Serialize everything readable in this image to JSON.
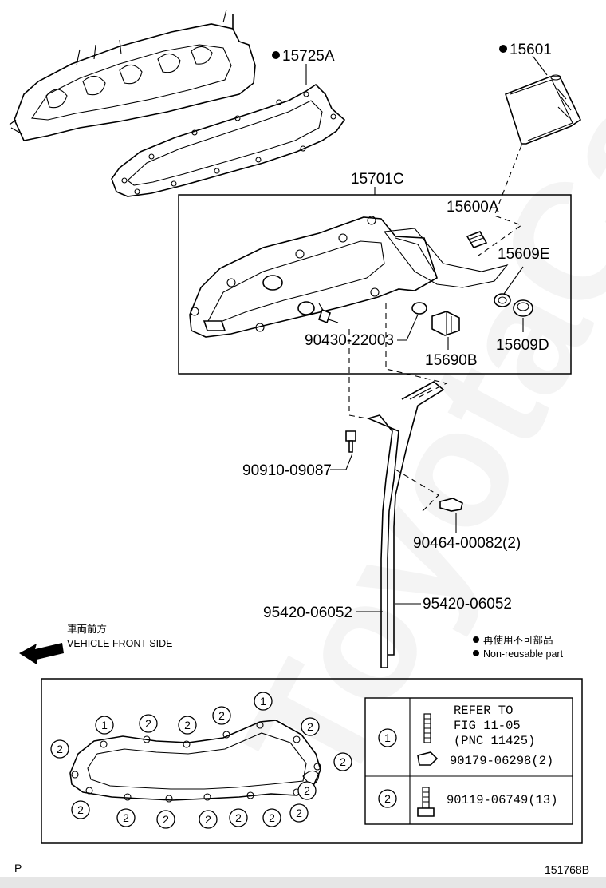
{
  "watermark": "ToyotaCarParts",
  "parts": {
    "p15725A": "15725A",
    "p15601": "15601",
    "p15701C": "15701C",
    "p15600A": "15600A",
    "p15609E": "15609E",
    "p15609D": "15609D",
    "p90430": "90430-22003",
    "p15690B": "15690B",
    "p90910": "90910-09087",
    "p90464": "90464-00082(2)",
    "p95420_right": "95420-06052",
    "p95420_left": "95420-06052"
  },
  "direction": {
    "jp": "車両前方",
    "en": "VEHICLE FRONT SIDE"
  },
  "legend": {
    "jp": "再使用不可部品",
    "en": "Non-reusable part"
  },
  "table": {
    "row1": {
      "key": "1",
      "lines": [
        "REFER TO",
        "FIG 11-05",
        "(PNC 11425)"
      ],
      "part": "90179-06298(2)"
    },
    "row2": {
      "key": "2",
      "part": "90119-06749(13)"
    }
  },
  "gasket_callouts": [
    "1",
    "2",
    "2",
    "2",
    "1",
    "2",
    "2",
    "2",
    "2",
    "2",
    "2",
    "2",
    "2",
    "2",
    "2",
    "2"
  ],
  "footer": {
    "left": "P",
    "right": "151768B"
  }
}
